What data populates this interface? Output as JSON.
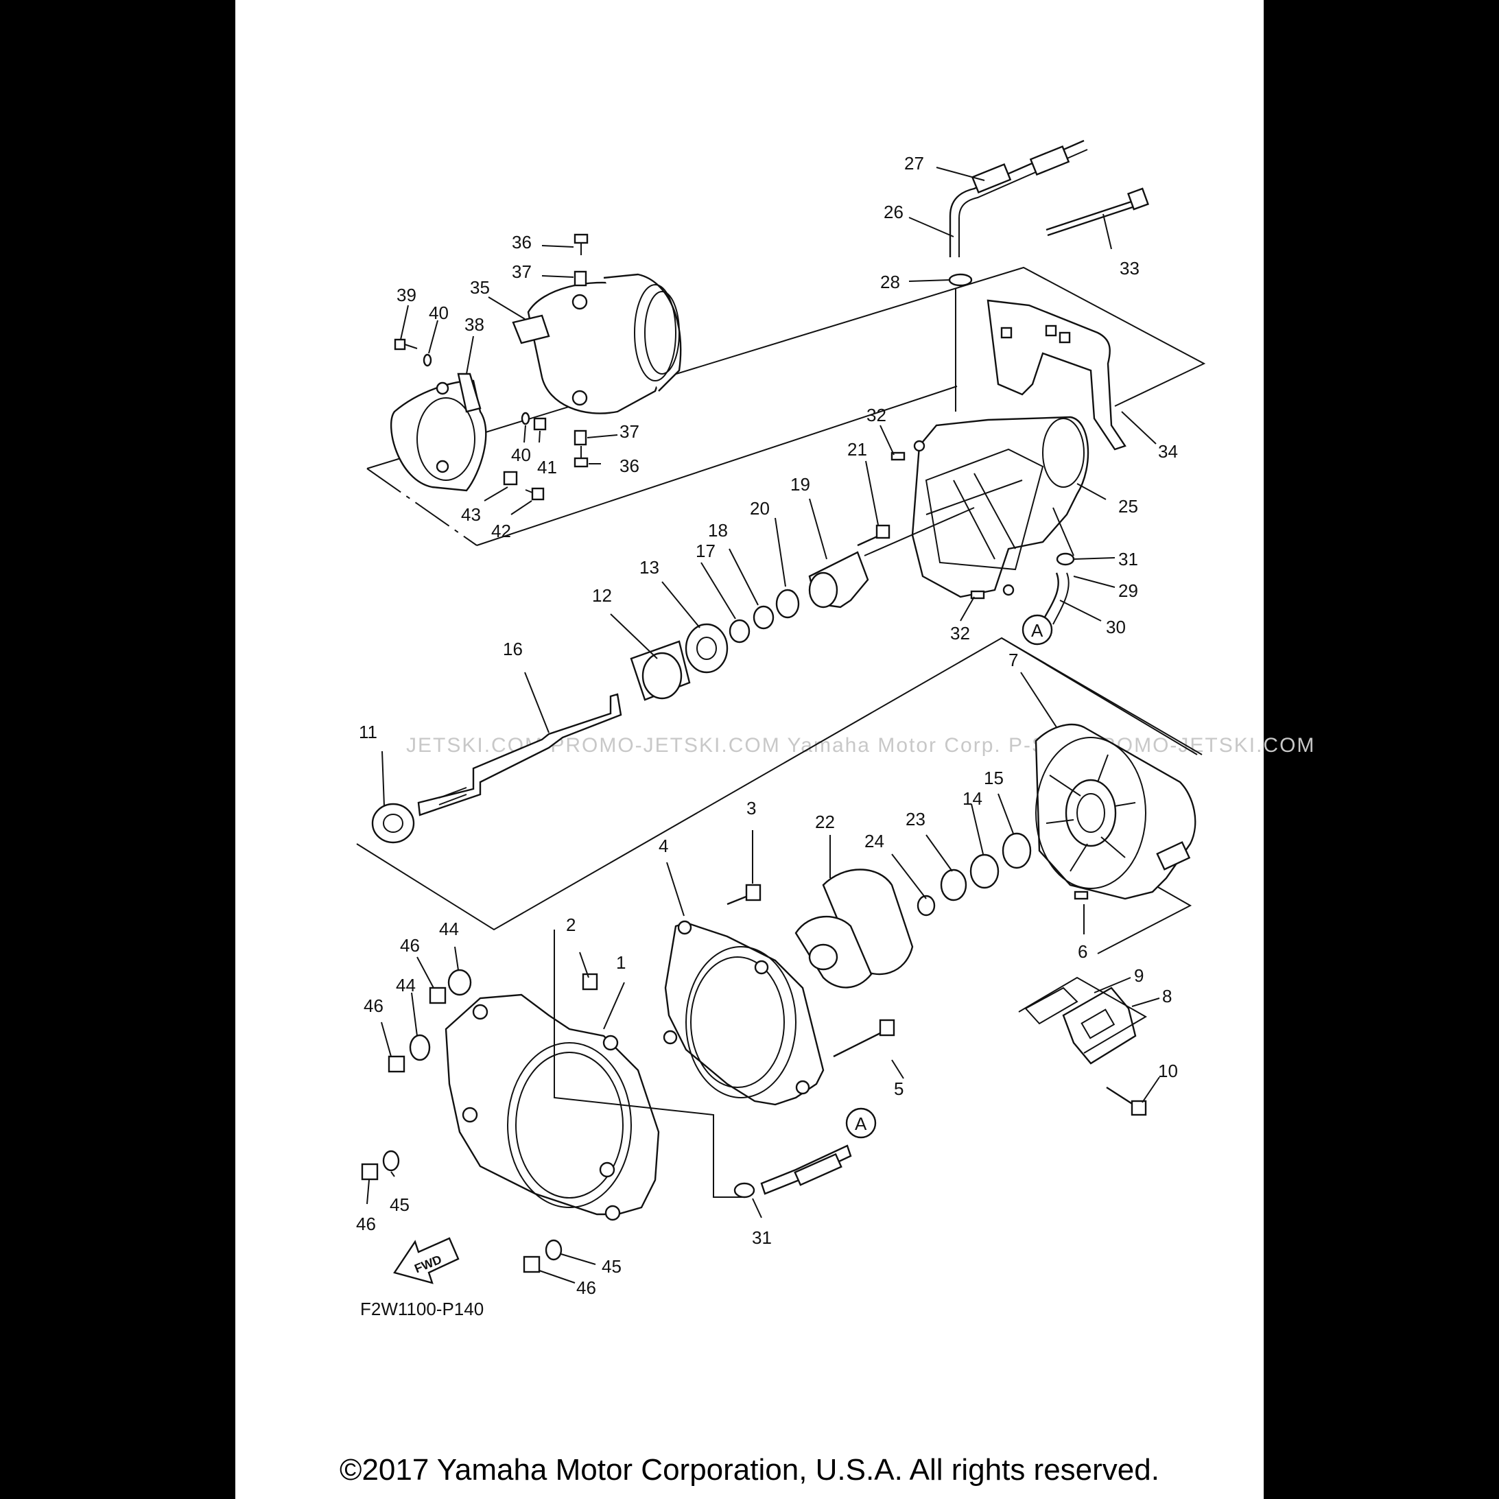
{
  "diagram_code": "F2W1100-P140",
  "watermark": "JETSKI.COM PROMO-JETSKI.COM Yamaha Motor Corp. P-SOA PROMO-JETSKI.COM",
  "fwd_label": "FWD",
  "reference_mark": "A",
  "copyright": "©2017 Yamaha Motor Corporation, U.S.A. All rights reserved.",
  "colors": {
    "page": "#ffffff",
    "margin": "#000000",
    "ink": "#111111",
    "watermark": "#c8c8c8"
  },
  "callouts": [
    "1",
    "2",
    "3",
    "4",
    "5",
    "6",
    "7",
    "8",
    "9",
    "10",
    "11",
    "12",
    "13",
    "14",
    "15",
    "16",
    "17",
    "18",
    "19",
    "20",
    "21",
    "22",
    "23",
    "24",
    "25",
    "26",
    "27",
    "28",
    "29",
    "30",
    "31",
    "31",
    "32",
    "32",
    "33",
    "34",
    "35",
    "36",
    "36",
    "37",
    "37",
    "38",
    "39",
    "40",
    "40",
    "41",
    "42",
    "43",
    "44",
    "44",
    "45",
    "45",
    "46",
    "46",
    "46",
    "46"
  ]
}
